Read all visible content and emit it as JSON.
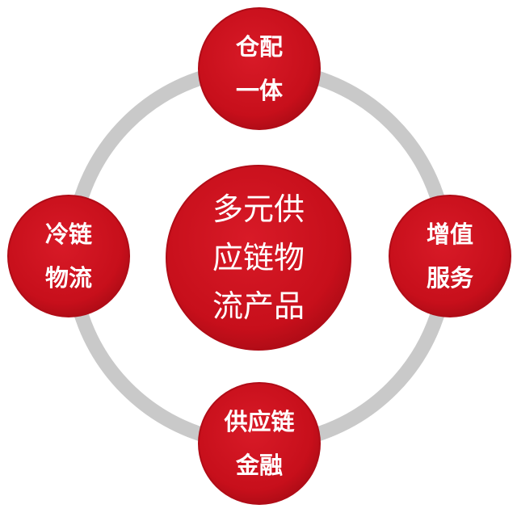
{
  "colors": {
    "node_fill": "#cc0f1c",
    "node_edge": "#a50c16",
    "ring": "#c9c9c9",
    "text": "#ffffff"
  },
  "center": {
    "lines": [
      "多元供",
      "应链物",
      "流产品"
    ]
  },
  "nodes": {
    "top": {
      "lines": [
        "仓配",
        "一体"
      ]
    },
    "right": {
      "lines": [
        "增值",
        "服务"
      ]
    },
    "bottom": {
      "lines": [
        "供应链",
        "金融"
      ]
    },
    "left": {
      "lines": [
        "冷链",
        "物流"
      ]
    }
  }
}
